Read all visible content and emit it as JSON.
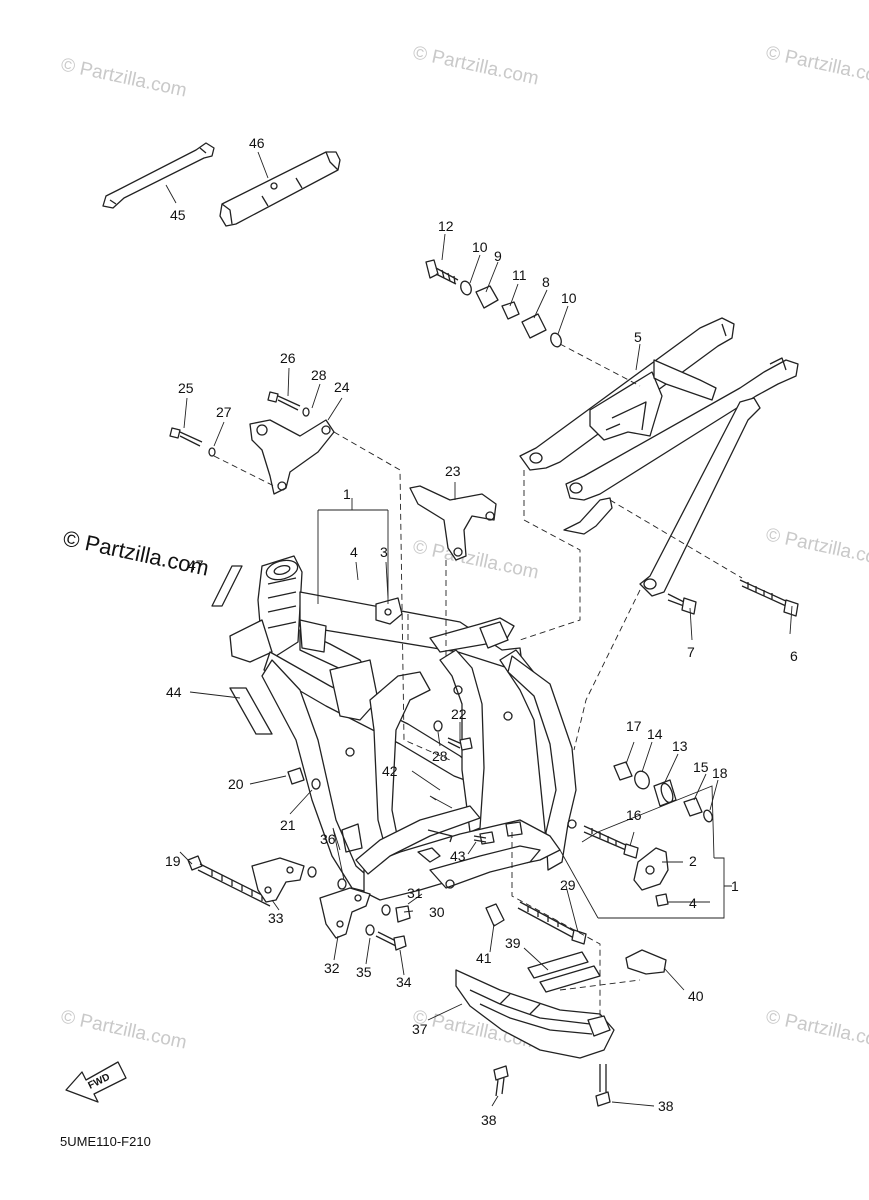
{
  "watermarks": {
    "text": "© Partzilla.com",
    "prominent": "© Partzilla.com"
  },
  "diagram_code": "5UME110-F210",
  "fwd_label": "FWD",
  "callouts": [
    {
      "id": "c1a",
      "label": "1"
    },
    {
      "id": "c1b",
      "label": "1"
    },
    {
      "id": "c2",
      "label": "2"
    },
    {
      "id": "c3",
      "label": "3"
    },
    {
      "id": "c4a",
      "label": "4"
    },
    {
      "id": "c4b",
      "label": "4"
    },
    {
      "id": "c5",
      "label": "5"
    },
    {
      "id": "c6",
      "label": "6"
    },
    {
      "id": "c7",
      "label": "7"
    },
    {
      "id": "c8",
      "label": "8"
    },
    {
      "id": "c9",
      "label": "9"
    },
    {
      "id": "c10a",
      "label": "10"
    },
    {
      "id": "c10b",
      "label": "10"
    },
    {
      "id": "c11",
      "label": "11"
    },
    {
      "id": "c12",
      "label": "12"
    },
    {
      "id": "c13",
      "label": "13"
    },
    {
      "id": "c14",
      "label": "14"
    },
    {
      "id": "c15",
      "label": "15"
    },
    {
      "id": "c16",
      "label": "16"
    },
    {
      "id": "c17",
      "label": "17"
    },
    {
      "id": "c18",
      "label": "18"
    },
    {
      "id": "c19",
      "label": "19"
    },
    {
      "id": "c20",
      "label": "20"
    },
    {
      "id": "c21",
      "label": "21"
    },
    {
      "id": "c22",
      "label": "22"
    },
    {
      "id": "c23",
      "label": "23"
    },
    {
      "id": "c24",
      "label": "24"
    },
    {
      "id": "c25",
      "label": "25"
    },
    {
      "id": "c26",
      "label": "26"
    },
    {
      "id": "c27",
      "label": "27"
    },
    {
      "id": "c28a",
      "label": "28"
    },
    {
      "id": "c28b",
      "label": "28"
    },
    {
      "id": "c29",
      "label": "29"
    },
    {
      "id": "c30",
      "label": "30"
    },
    {
      "id": "c31",
      "label": "31"
    },
    {
      "id": "c32",
      "label": "32"
    },
    {
      "id": "c33",
      "label": "33"
    },
    {
      "id": "c34",
      "label": "34"
    },
    {
      "id": "c35",
      "label": "35"
    },
    {
      "id": "c36",
      "label": "36"
    },
    {
      "id": "c37",
      "label": "37"
    },
    {
      "id": "c38a",
      "label": "38"
    },
    {
      "id": "c38b",
      "label": "38"
    },
    {
      "id": "c39",
      "label": "39"
    },
    {
      "id": "c40",
      "label": "40"
    },
    {
      "id": "c41",
      "label": "41"
    },
    {
      "id": "c42",
      "label": "42"
    },
    {
      "id": "c43",
      "label": "43"
    },
    {
      "id": "c44",
      "label": "44"
    },
    {
      "id": "c45",
      "label": "45"
    },
    {
      "id": "c46",
      "label": "46"
    },
    {
      "id": "c47",
      "label": "47"
    }
  ]
}
